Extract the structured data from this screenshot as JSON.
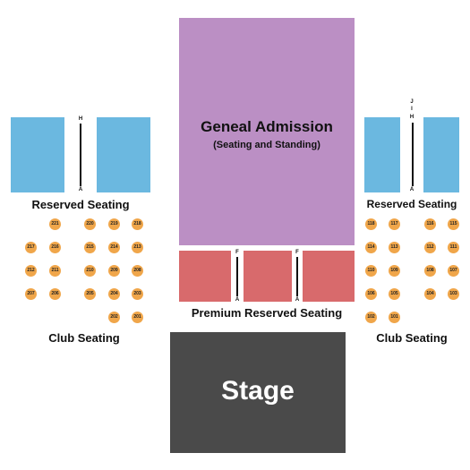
{
  "general_admission": {
    "title": "Geneal Admission",
    "subtitle": "(Seating and Standing)"
  },
  "stage_label": "Stage",
  "labels": {
    "reserved_left": "Reserved Seating",
    "reserved_right": "Reserved Seating",
    "premium": "Premium Reserved Seating",
    "club_left": "Club Seating",
    "club_right": "Club Seating"
  },
  "aisles": {
    "left": [
      "H",
      "A"
    ],
    "right": [
      "J",
      "I",
      "H",
      "A"
    ],
    "premium_left": [
      "F",
      "A"
    ],
    "premium_right": [
      "F",
      "A"
    ]
  },
  "club_tables_left": [
    "221",
    "220",
    "219",
    "218",
    "217",
    "216",
    "215",
    "214",
    "213",
    "212",
    "211",
    "210",
    "209",
    "208",
    "207",
    "206",
    "205",
    "204",
    "203",
    "202",
    "201"
  ],
  "club_tables_right": [
    "118",
    "117",
    "116",
    "115",
    "114",
    "113",
    "112",
    "111",
    "110",
    "109",
    "108",
    "107",
    "106",
    "105",
    "104",
    "103",
    "102",
    "101"
  ],
  "colors": {
    "reserved": "#6bb8e0",
    "premium": "#d86a6c",
    "general_admission": "#bb8fc4",
    "stage": "#4a4a4a",
    "club_table": "#f0a64a"
  }
}
